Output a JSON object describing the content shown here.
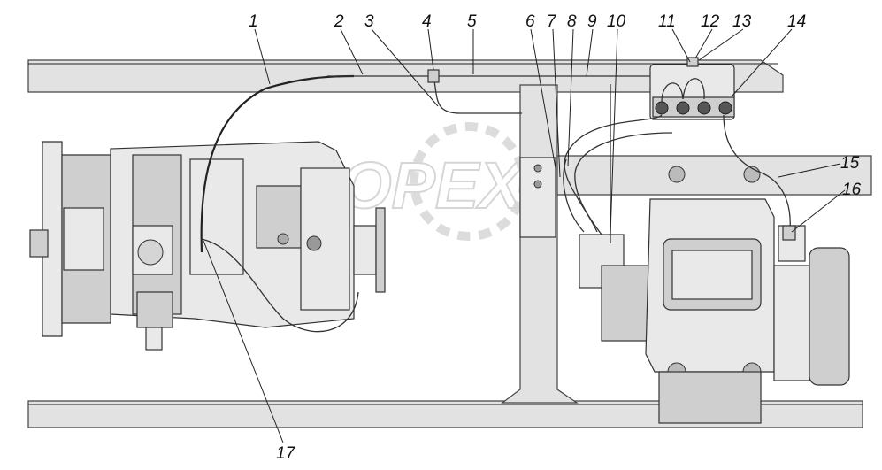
{
  "watermark": "ОРЕХ",
  "callouts": [
    {
      "id": "c1",
      "label": "1"
    },
    {
      "id": "c2",
      "label": "2"
    },
    {
      "id": "c3",
      "label": "3"
    },
    {
      "id": "c4",
      "label": "4"
    },
    {
      "id": "c5",
      "label": "5"
    },
    {
      "id": "c6",
      "label": "6"
    },
    {
      "id": "c7",
      "label": "7"
    },
    {
      "id": "c8",
      "label": "8"
    },
    {
      "id": "c9",
      "label": "9"
    },
    {
      "id": "c10",
      "label": "10"
    },
    {
      "id": "c11",
      "label": "11"
    },
    {
      "id": "c12",
      "label": "12"
    },
    {
      "id": "c13",
      "label": "13"
    },
    {
      "id": "c14",
      "label": "14"
    },
    {
      "id": "c15",
      "label": "15"
    },
    {
      "id": "c16",
      "label": "16"
    },
    {
      "id": "c17",
      "label": "17"
    }
  ]
}
